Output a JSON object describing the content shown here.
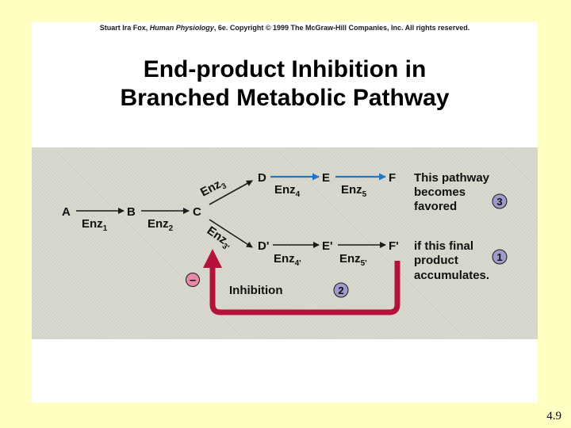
{
  "header": {
    "copyright_prefix": "Stuart Ira Fox, ",
    "copyright_book": "Human Physiology",
    "copyright_suffix": ", 6e. Copyright © 1999 The McGraw-Hill Companies, Inc.  All rights reserved."
  },
  "title": {
    "line1": "End-product Inhibition in",
    "line2": "Branched Metabolic Pathway"
  },
  "pathway": {
    "nodes": {
      "a": "A",
      "b": "B",
      "c": "C",
      "d": "D",
      "e": "E",
      "f": "F",
      "d2": "D'",
      "e2": "E'",
      "f2": "F'"
    },
    "enzymes": {
      "enz1": "Enz1",
      "enz2": "Enz2",
      "enz3": "Enz3",
      "enz4": "Enz4",
      "enz5": "Enz5",
      "enz3p": "Enz3'",
      "enz4p": "Enz4'",
      "enz5p": "Enz5'"
    },
    "enzyme_word": "Enz",
    "subscripts": {
      "s1": "1",
      "s2": "2",
      "s3": "3",
      "s4": "4",
      "s5": "5",
      "s3p": "3'",
      "s4p": "4'",
      "s5p": "5'"
    }
  },
  "annotations": {
    "upper": [
      "This pathway",
      "becomes",
      "favored"
    ],
    "lower": [
      "if this final",
      "product",
      "accumulates."
    ],
    "inhibition_label": "Inhibition",
    "minus_sign": "–",
    "step1": "1",
    "step2": "2",
    "step3": "3"
  },
  "colors": {
    "upper_arrow": "#1E78C8",
    "lower_arrow": "#1a1a1a",
    "inhibition_arrow": "#B5123A",
    "badge_fill": "#9E9BCB"
  },
  "footer": {
    "slide_number": "4.9"
  }
}
